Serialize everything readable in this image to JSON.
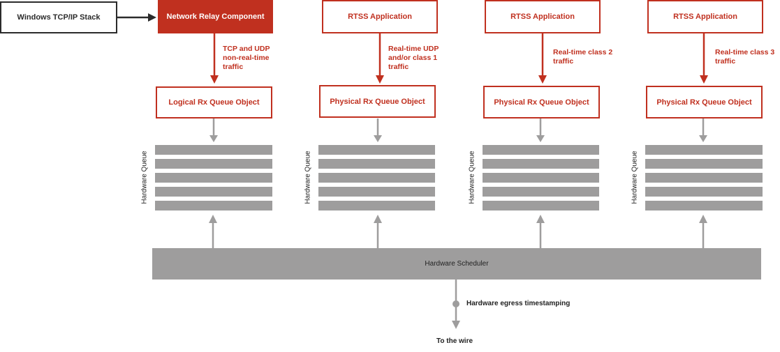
{
  "top_row": {
    "stack_label": "Windows TCP/IP Stack",
    "relay_label": "Network Relay Component",
    "apps": [
      "RTSS Application",
      "RTSS Application",
      "RTSS Application"
    ]
  },
  "flows": [
    [
      "TCP and UDP",
      "non-real-time",
      "traffic"
    ],
    [
      "Real-time UDP",
      "and/or class 1",
      "traffic"
    ],
    [
      "Real-time class 2",
      "traffic"
    ],
    [
      "Real-time class 3",
      "traffic"
    ]
  ],
  "queue_objects": [
    "Logical Rx Queue Object",
    "Physical Rx Queue Object",
    "Physical Rx Queue Object",
    "Physical Rx Queue Object"
  ],
  "hardware_queue_label": "Hardware Queue",
  "scheduler_label": "Hardware Scheduler",
  "timestamp_label": "Hardware egress timestamping",
  "wire_label": "To the wire",
  "colors": {
    "accent": "#c0301f",
    "gray": "#9e9d9d",
    "dark": "#2b2b2b"
  }
}
